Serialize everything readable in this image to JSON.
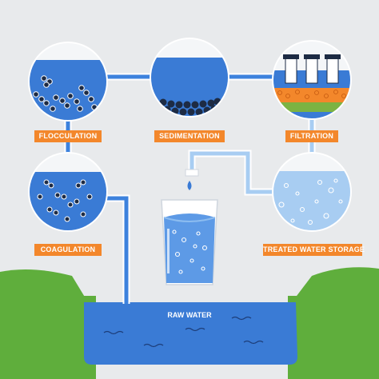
{
  "stages": {
    "flocculation": "FLOCCULATION",
    "sedimentation": "SEDIMENTATION",
    "filtration": "FILTRATION",
    "coagulation": "COAGULATION",
    "treated_storage": "TREATED WATER STORAGE"
  },
  "source": {
    "raw_water": "RAW WATER"
  },
  "colors": {
    "background": "#e8eaec",
    "water_blue": "#3a7bd5",
    "pipe_blue": "#3d82dd",
    "light_water": "#a8cdf2",
    "label_orange": "#f3872b",
    "grass_green": "#5fae3c",
    "filter_green": "#7cb342",
    "particle_dark": "#1d2b44"
  }
}
